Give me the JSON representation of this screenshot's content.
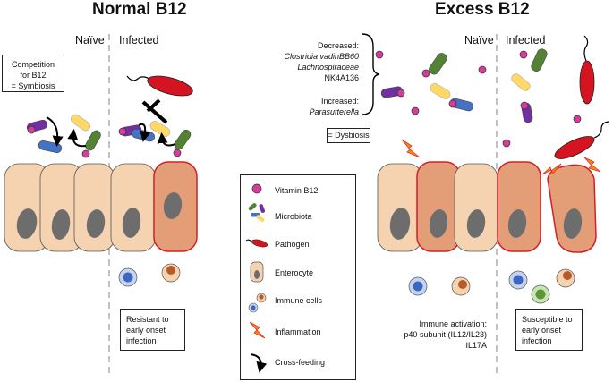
{
  "left": {
    "title": "Normal B12",
    "naive": "Naïve",
    "infected": "Infected",
    "competition": [
      "Competition",
      "for B12",
      "= Symbiosis"
    ],
    "resistant": [
      "Resistant to",
      "early onset",
      "infection"
    ]
  },
  "right": {
    "title": "Excess B12",
    "naive": "Naïve",
    "infected": "Infected",
    "decreased_label": "Decreased:",
    "decreased_1_italic": "Clostridia vadinBB60",
    "decreased_2_italic": "Lachnospiraceae",
    "decreased_2_plain": " NK4A136",
    "increased_label": "Increased:",
    "increased_1_italic": "Parasutterella",
    "dysbiosis": "= Dysbiosis",
    "immune_activation": [
      "Immune activation:",
      "p40 subunit (IL12/IL23)",
      "IL17A"
    ],
    "susceptible": [
      "Susceptible to",
      "early onset",
      "infection"
    ]
  },
  "legend": {
    "items": [
      {
        "label": "Vitamin B12",
        "icon": "vitamin-b12-icon"
      },
      {
        "label": "Microbiota",
        "icon": "microbiota-icon"
      },
      {
        "label": "Pathogen",
        "icon": "pathogen-icon"
      },
      {
        "label": "Enterocyte",
        "icon": "enterocyte-icon"
      },
      {
        "label": "Immune cells",
        "icon": "immune-cells-icon"
      },
      {
        "label": "Inflammation",
        "icon": "inflammation-icon"
      },
      {
        "label": "Cross-feeding",
        "icon": "cross-feeding-icon"
      }
    ]
  },
  "colors": {
    "cell_fill": "#f5d2b0",
    "inflamed_cell_fill": "#e39e78",
    "inflamed_cell_border": "#d0202a",
    "nucleus": "#6d6d6d",
    "b12": "#d63c9b",
    "pathogen": "#d41420",
    "purple": "#7030a0",
    "blue": "#4472c4",
    "yellow": "#ffd966",
    "green": "#548235",
    "lightning": "#f08a1c"
  }
}
